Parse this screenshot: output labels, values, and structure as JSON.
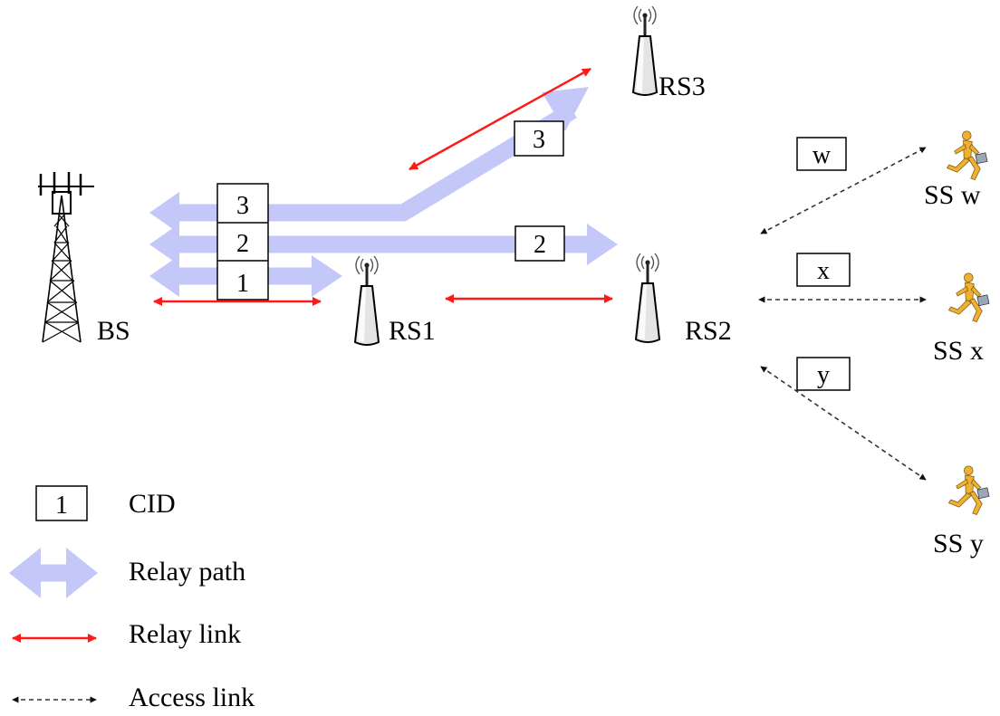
{
  "nodes": {
    "bs": "BS",
    "rs1": "RS1",
    "rs2": "RS2",
    "rs3": "RS3",
    "ssw": "SS w",
    "ssx": "SS x",
    "ssy": "SS y"
  },
  "cids": {
    "stack": [
      "3",
      "2",
      "1"
    ],
    "path2": "2",
    "path3": "3",
    "w": "w",
    "x": "x",
    "y": "y"
  },
  "legend": {
    "cid_sample": "1",
    "cid": "CID",
    "relay_path": "Relay path",
    "relay_link": "Relay link",
    "access_link": "Access link"
  },
  "colors": {
    "relay_path": "#c4c8f8",
    "relay_link": "#ff1a1a",
    "access_link": "#333333",
    "person": "#f0b030"
  }
}
